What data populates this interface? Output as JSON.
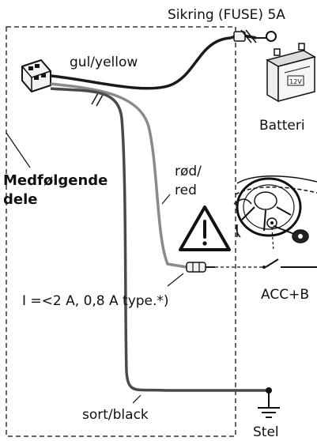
{
  "labels": {
    "fuse": "Sikring (FUSE) 5A",
    "yellow_wire": "gul/yellow",
    "battery": "Batteri",
    "battery_voltage": "12V",
    "included_parts_line1": "Medfølgende",
    "included_parts_line2": "dele",
    "red_wire_line1": "rød/",
    "red_wire_line2": "red",
    "acc": "ACC+B",
    "current_note": "I =<2 A, 0,8 A type.*)",
    "black_wire": "sort/black",
    "ground": "Stel"
  },
  "colors": {
    "yellow_wire": "#1a1a1a",
    "red_wire": "#8a8a8a",
    "black_wire": "#4a4a4a",
    "dashed_border": "#333333"
  }
}
